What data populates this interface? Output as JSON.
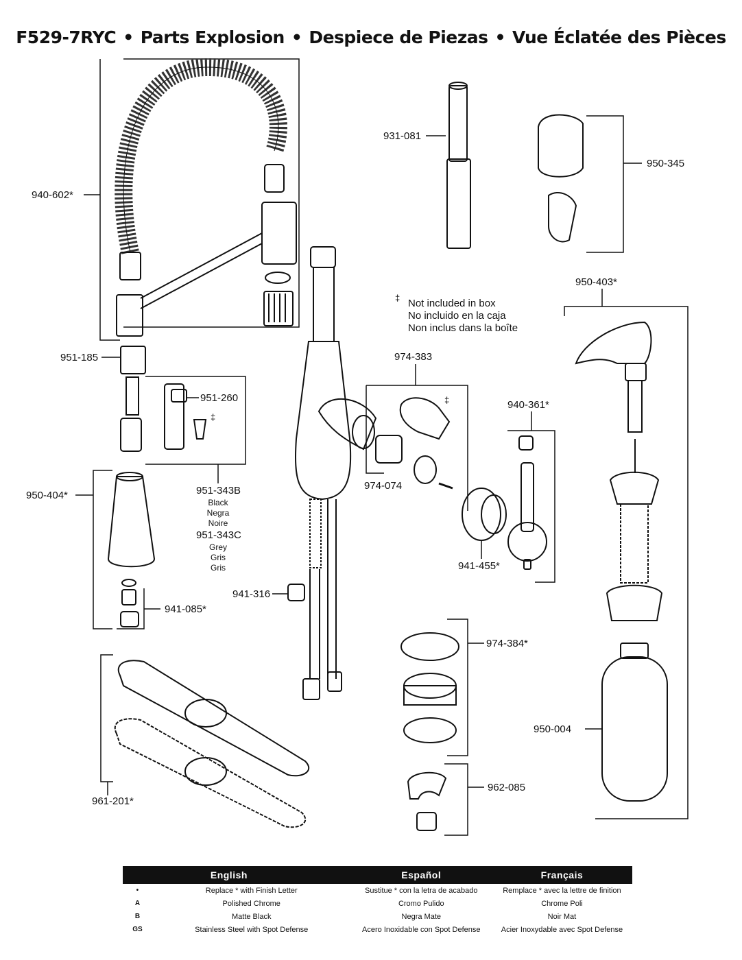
{
  "header": {
    "model": "F529-7RYC",
    "sep": "•",
    "title_en": "Parts Explosion",
    "title_es": "Despiece de Piezas",
    "title_fr": "Vue Éclatée des Pièces"
  },
  "parts": {
    "p940_602": "940-602*",
    "p951_185": "951-185",
    "p951_260": "951-260",
    "p951_343b": "951-343B",
    "black_en": "Black",
    "black_es": "Negra",
    "black_fr": "Noire",
    "p951_343c": "951-343C",
    "grey_en": "Grey",
    "grey_es": "Gris",
    "grey_fr": "Gris",
    "p950_404": "950-404*",
    "p941_085": "941-085*",
    "p961_201": "961-201*",
    "p931_081": "931-081",
    "p950_345": "950-345",
    "p950_403": "950-403*",
    "p974_383": "974-383",
    "p974_074": "974-074",
    "p940_361": "940-361*",
    "p941_455": "941-455*",
    "p941_316": "941-316",
    "p974_384": "974-384*",
    "p962_085": "962-085",
    "p950_004": "950-004",
    "dagger": "‡"
  },
  "note": {
    "symbol": "‡",
    "line_en": "Not included in box",
    "line_es": "No incluido en la caja",
    "line_fr": "Non inclus dans la boîte"
  },
  "legend": {
    "headers": [
      "English",
      "Español",
      "Français"
    ],
    "rows": [
      {
        "code": "•",
        "en": "Replace * with Finish Letter",
        "es": "Sustitue * con la letra de acabado",
        "fr": "Remplace * avec la lettre de finition"
      },
      {
        "code": "A",
        "en": "Polished Chrome",
        "es": "Cromo Pulido",
        "fr": "Chrome Poli"
      },
      {
        "code": "B",
        "en": "Matte Black",
        "es": "Negra Mate",
        "fr": "Noir Mat"
      },
      {
        "code": "GS",
        "en": "Stainless Steel with Spot Defense",
        "es": "Acero Inoxidable con Spot Defense",
        "fr": "Acier Inoxydable avec Spot Defense"
      }
    ]
  }
}
